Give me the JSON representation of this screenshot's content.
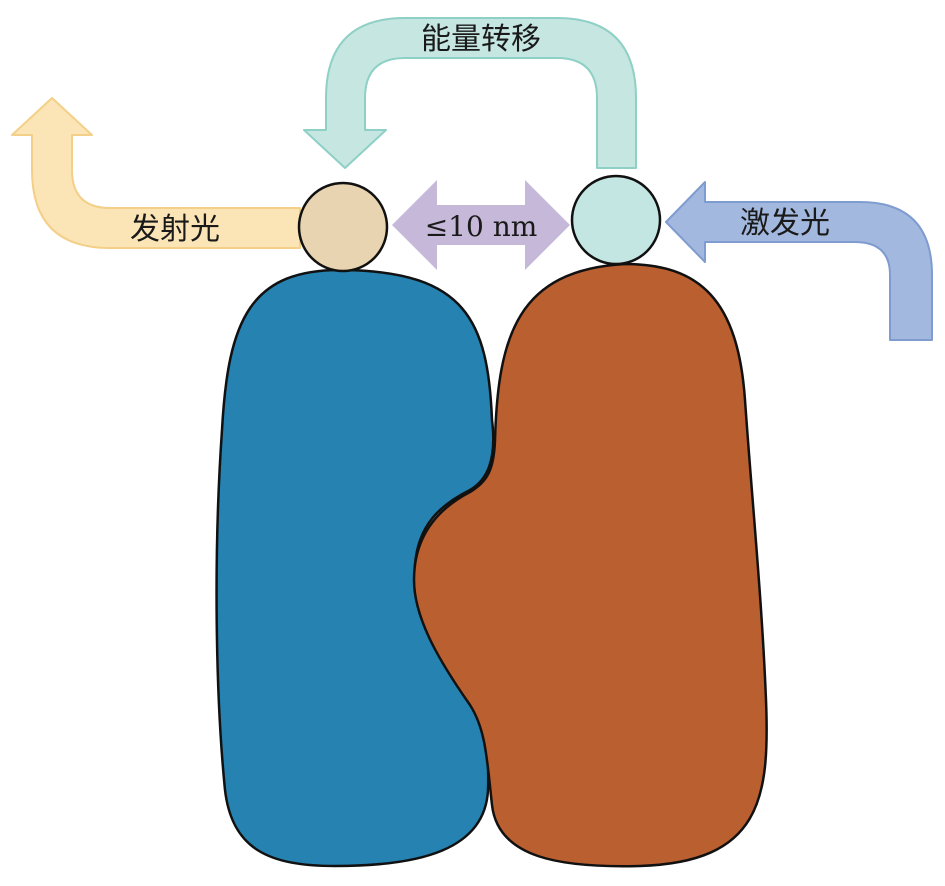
{
  "labels": {
    "energy_transfer": "能量转移",
    "distance": "≤10 nm",
    "emitted_light": "发射光",
    "excitation_light": "激发光"
  },
  "colors": {
    "protein_left": "#2682b0",
    "protein_right": "#ba5f30",
    "acceptor_fluorophore": "#e8d4b0",
    "donor_fluorophore": "#c4e6e2",
    "emission_arrow": "#fbe5b6",
    "emission_arrow_stroke": "#f3cf88",
    "excitation_arrow": "#a3b8de",
    "excitation_arrow_stroke": "#7f9cd0",
    "transfer_arrow": "#c6e6e2",
    "transfer_arrow_stroke": "#8fd0c6",
    "distance_arrow": "#c6b8d8"
  }
}
